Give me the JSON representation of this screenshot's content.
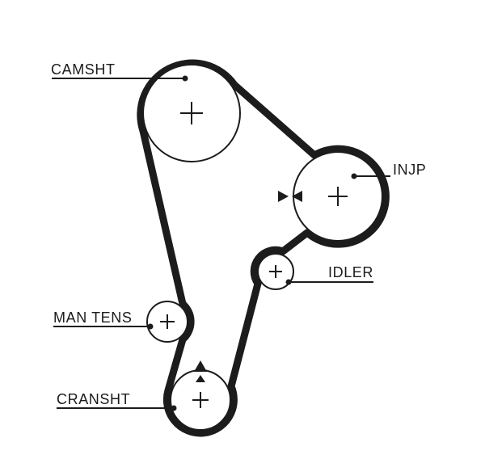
{
  "figure": {
    "type": "timing-belt-routing-diagram",
    "background": "#ffffff",
    "line_color": "#1c1c1c",
    "pulleys": [
      {
        "id": "camshaft",
        "label": "CAMSHT"
      },
      {
        "id": "injection-pump",
        "label": "INJP"
      },
      {
        "id": "idler",
        "label": "IDLER"
      },
      {
        "id": "manual-tensioner",
        "label": "MAN TENS"
      },
      {
        "id": "crankshaft",
        "label": "CRANSHT"
      }
    ],
    "markers": [
      {
        "id": "tension-check-arrows",
        "description": "two solid triangles pointing at each other beside injection pump"
      },
      {
        "id": "alignment-arrows",
        "description": "stacked solid triangles above crankshaft pulley"
      }
    ]
  }
}
